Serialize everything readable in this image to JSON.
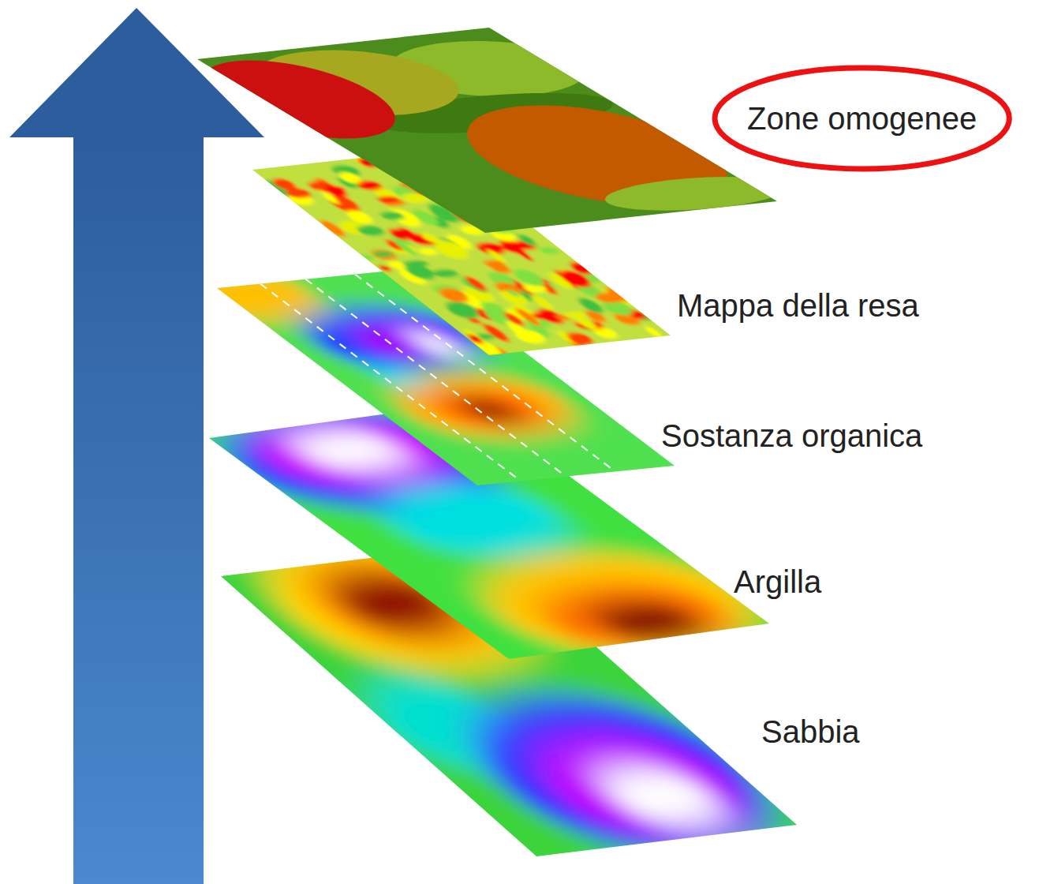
{
  "diagram": {
    "nodes": [
      {
        "text": [
          "Zone omogenee"
        ]
      }
    ],
    "labels": [
      "Mappa della resa",
      "Sostanza organica",
      "Argilla",
      "Sabbia"
    ]
  }
}
